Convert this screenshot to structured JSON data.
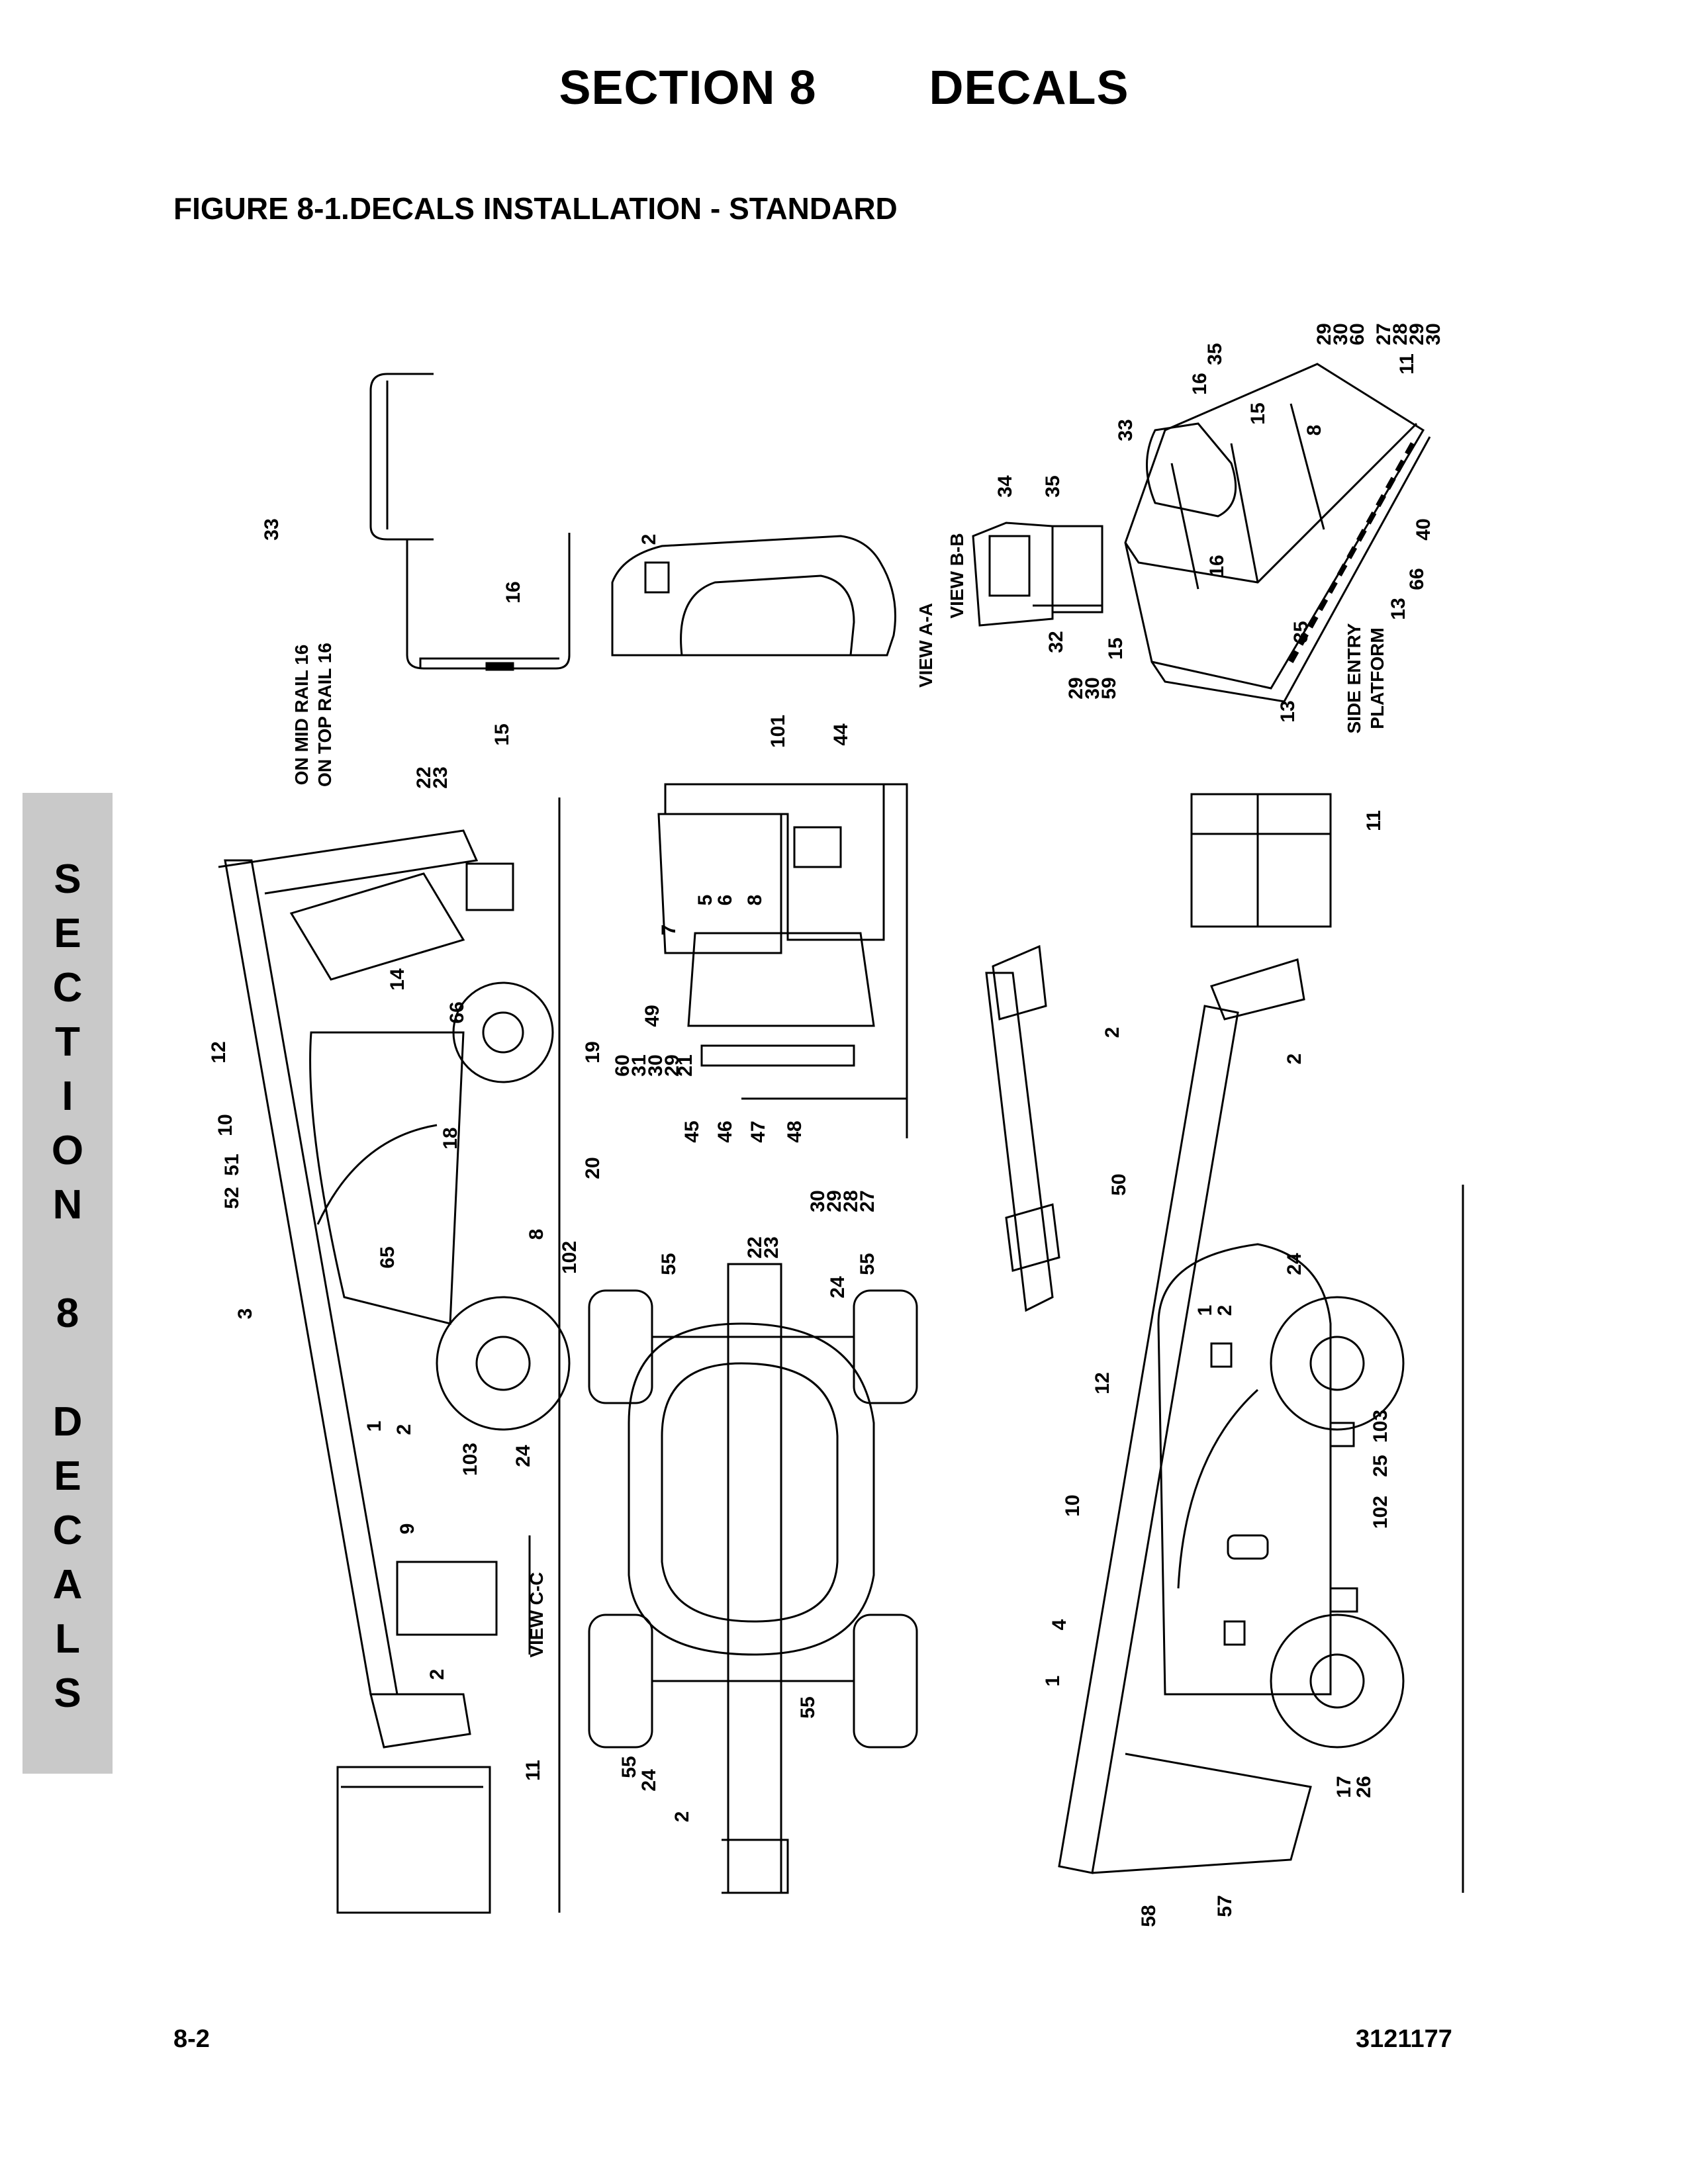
{
  "header": {
    "section": "SECTION 8",
    "topic": "DECALS"
  },
  "figure": {
    "caption": "FIGURE 8-1.DECALS INSTALLATION - STANDARD"
  },
  "side_tab": {
    "letters": [
      "S",
      "E",
      "C",
      "T",
      "I",
      "O",
      "N",
      "",
      "8",
      "",
      "D",
      "E",
      "C",
      "A",
      "L",
      "S"
    ]
  },
  "diagram_text": {
    "view_aa": "VIEW A-A",
    "view_bb": "VIEW B-B",
    "view_cc": "VIEW C-C",
    "on_mid_rail": "ON MID RAIL 16",
    "on_top_rail": "ON TOP RAIL 16",
    "side_entry": "SIDE ENTRY",
    "platform": "PLATFORM"
  },
  "callouts": [
    "33",
    "16",
    "15",
    "2",
    "34",
    "35",
    "32",
    "29",
    "30",
    "59",
    "29",
    "30",
    "60",
    "27",
    "28",
    "29",
    "30",
    "16",
    "35",
    "15",
    "8",
    "11",
    "33",
    "40",
    "16",
    "66",
    "13",
    "15",
    "35",
    "22",
    "23",
    "12",
    "14",
    "66",
    "10",
    "52",
    "51",
    "3",
    "65",
    "1",
    "2",
    "103",
    "24",
    "102",
    "8",
    "19",
    "18",
    "20",
    "101",
    "44",
    "5",
    "6",
    "8",
    "7",
    "49",
    "60",
    "31",
    "30",
    "29",
    "21",
    "45",
    "46",
    "47",
    "48",
    "30",
    "29",
    "28",
    "27",
    "55",
    "22",
    "23",
    "24",
    "55",
    "9",
    "2",
    "11",
    "55",
    "24",
    "2",
    "55",
    "13",
    "11",
    "2",
    "2",
    "50",
    "24",
    "1",
    "2",
    "12",
    "103",
    "25",
    "102",
    "10",
    "4",
    "1",
    "17",
    "26",
    "58",
    "57"
  ],
  "footer": {
    "page": "8-2",
    "doc_number": "3121177"
  }
}
